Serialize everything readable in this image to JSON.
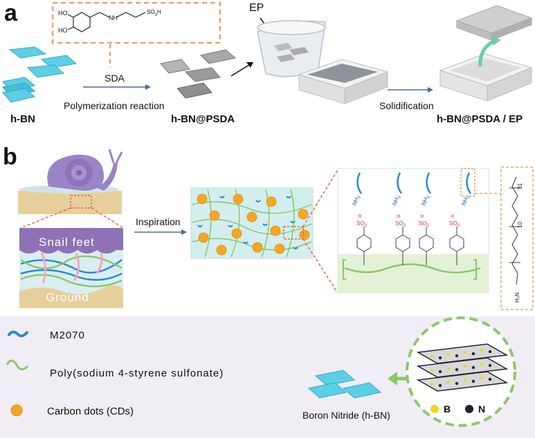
{
  "panel_a": {
    "letter": "a",
    "sda_label": "SDA",
    "polymerization_label": "Polymerization reaction",
    "hbn_label": "h-BN",
    "hbn_psda_label": "h-BN@PSDA",
    "ep_label": "EP",
    "solidification_label": "Solidification",
    "final_label": "h-BN@PSDA / EP",
    "molecule": {
      "ho_top": "HO",
      "ho_bottom": "HO",
      "nh": "NH",
      "so3h": "SO",
      "so3h_sub": "3",
      "so3h_tail": "H"
    }
  },
  "panel_b": {
    "letter": "b",
    "snail_feet_label": "Snail feet",
    "ground_label": "Ground",
    "inspiration_label": "Inspiration",
    "so3_label": "SO",
    "so3_sub": "3",
    "nh3_label": "NH",
    "nh3_sub": "3",
    "charge_minus": "⊖",
    "charge_plus": "⊕",
    "polymer_repeat_31": "31",
    "polymer_repeat_10": "10",
    "h3n_label": "H₃N"
  },
  "legend": {
    "m2070": "M2070",
    "pss": "Poly(sodium 4-styrene sulfonate)",
    "cds": "Carbon dots (CDs)",
    "hbn_name": "Boron Nitride (h-BN)",
    "b_label": "B",
    "n_label": "N"
  },
  "colors": {
    "hbn_cyan": "#5ccfe6",
    "hbn_psda_gray": "#9a9a9a",
    "m2070_blue": "#2b8ad0",
    "pss_green": "#8cc66b",
    "cd_orange": "#f5a623",
    "snail_purple": "#9b84c6",
    "ground_sand": "#e7cf9b",
    "dashed_orange": "#e9a36a",
    "arrow_blue": "#4a6c9a",
    "teal_arrow": "#6fc9b3",
    "legend_bg": "#f1edf4",
    "boron_yellow": "#f5d21e",
    "nitrogen_dark": "#1f2233"
  }
}
